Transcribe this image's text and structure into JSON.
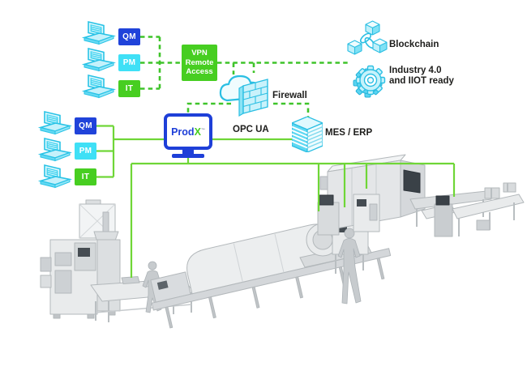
{
  "clusters": {
    "remote": {
      "items": [
        {
          "label": "QM"
        },
        {
          "label": "PM"
        },
        {
          "label": "IT"
        }
      ]
    },
    "local": {
      "items": [
        {
          "label": "QM"
        },
        {
          "label": "PM"
        },
        {
          "label": "IT"
        }
      ]
    }
  },
  "vpn": {
    "line1": "VPN",
    "line2": "Remote",
    "line3": "Access"
  },
  "prodx": {
    "prefix": "Prod",
    "suffix": "X",
    "trademark": "™"
  },
  "labels": {
    "firewall": "Firewall",
    "opc_ua": "OPC UA",
    "mes_erp": "MES / ERP",
    "blockchain": "Blockchain",
    "industry_line1": "Industry 4.0",
    "industry_line2": "and IIOT ready"
  },
  "icons": [
    "laptop-icon",
    "cloud-firewall-icon",
    "blockchain-icon",
    "industry-gear-icon",
    "server-icon",
    "prodx-monitor"
  ],
  "colors": {
    "qm_blue": "#2043DA",
    "pm_cyan": "#3FE0F6",
    "it_green": "#47CE21",
    "prodx_blue": "#1E3FD8",
    "solid_line": "#6FD637",
    "dashed_line": "#3FC42A",
    "icon_cyan": "#2BBFE3",
    "label_black": "#1D1D1B"
  }
}
